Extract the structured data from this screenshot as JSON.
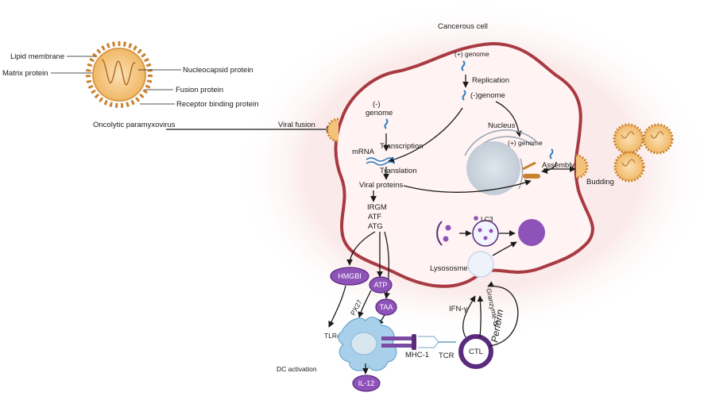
{
  "labels": {
    "cancerous_cell": "Cancerous cell",
    "lipid_membrane": "Lipid membrane",
    "matrix_protein": "Matrix protein",
    "nucleocapsid_protein": "Nucleocapsid protein",
    "fusion_protein": "Fusion protein",
    "receptor_binding_protein": "Receptor binding protein",
    "oncolytic_paramyxovirus": "Oncolytic paramyxovirus",
    "viral_fusion": "Viral fusion",
    "pos_genome_top": "(+) genome",
    "replication": "Replication",
    "neg_genome_right": "(-)genome",
    "neg_genome_left_1": "(-)",
    "neg_genome_left_2": "genome",
    "nucleus": "Nucleus",
    "pos_genome_mid": "(+) genome",
    "transcription": "Transcription",
    "mrna": "mRNA",
    "translation": "Translation",
    "assembly": "Assembly",
    "budding": "Budding",
    "viral_proteins": "Viral proteins",
    "irgm": "IRGM",
    "atf": "ATF",
    "atg": "ATG",
    "lc3": "LC3",
    "lysosome": "Lysososme",
    "hmgbi": "HMGBI",
    "atp": "ATP",
    "px27": "PX27",
    "taa": "TAA",
    "tlr4": "TLR4",
    "ifn_g": "IFN-γ",
    "granzyme_b": "Granzyme-B",
    "perforin": "Perforin",
    "mhc1": "MHC-1",
    "tcr": "TCR",
    "ctl": "CTL",
    "dc_activation": "DC activation",
    "il12": "IL-12"
  },
  "colors": {
    "cell_membrane": "#a83a42",
    "cell_glow": "#f7dada",
    "virus_body": "#f4c37b",
    "virus_spikes": "#c8822f",
    "purple": "#8e53b8",
    "dark_purple": "#5a2a7d",
    "rna_blue": "#2e7ec0",
    "nucleus_grey": "#d4dbe3",
    "dc_blue": "#9fc9e6"
  }
}
